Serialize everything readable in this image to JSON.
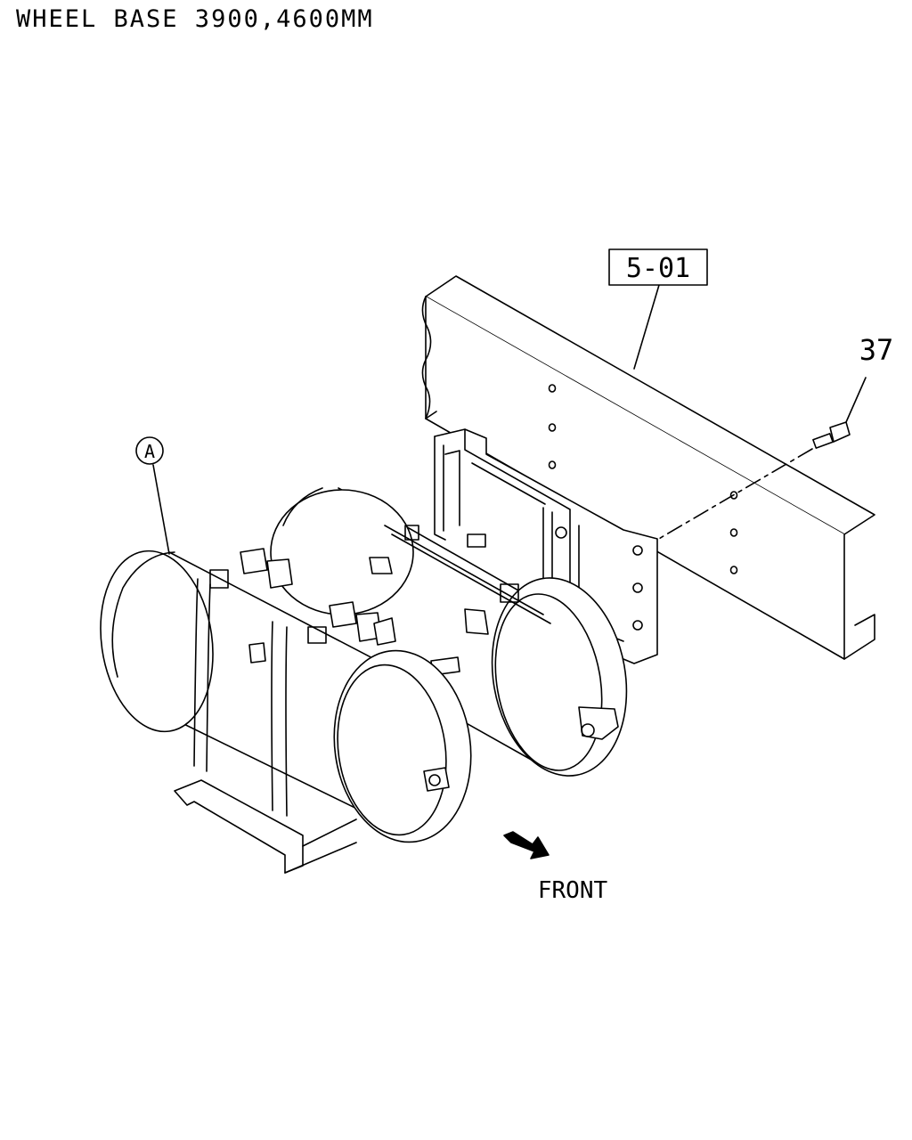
{
  "header": {
    "title": "WHEEL BASE 3900,4600MM"
  },
  "callouts": {
    "ref_box": "5-01",
    "bolt_part": "37",
    "detail_marker": "A"
  },
  "direction": {
    "label": "FRONT"
  },
  "colors": {
    "line": "#000000",
    "background": "#ffffff"
  }
}
